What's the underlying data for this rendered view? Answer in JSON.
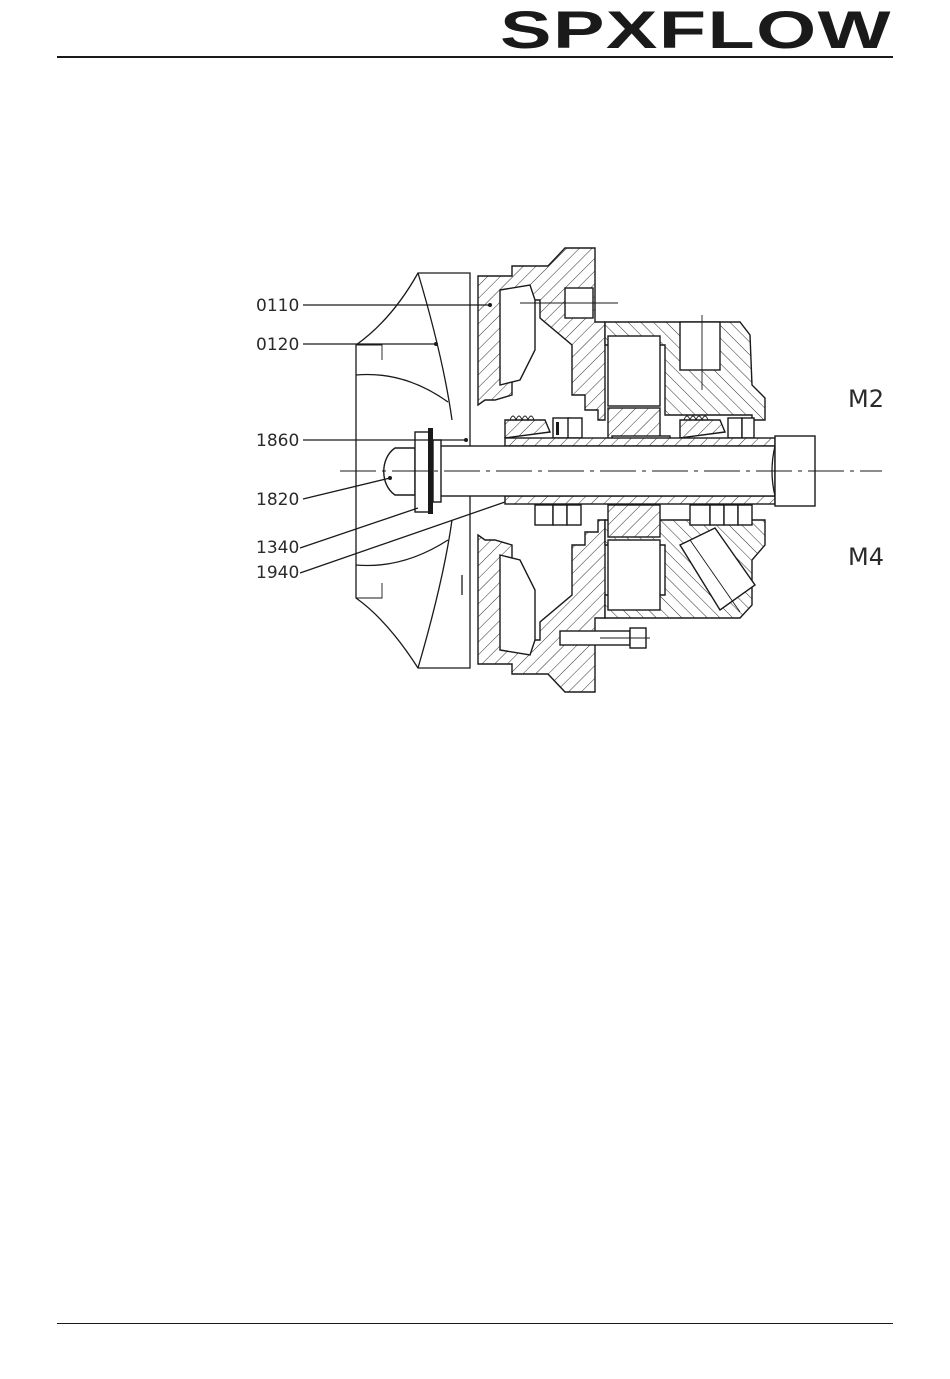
{
  "brand": {
    "logo_text": "SPXFLOW"
  },
  "diagram": {
    "part_labels": {
      "p0110": "0110",
      "p0120": "0120",
      "p1860": "1860",
      "p1820": "1820",
      "p1340": "1340",
      "p1940": "1940"
    },
    "variant_labels": {
      "m2": "M2",
      "m4": "M4"
    }
  }
}
